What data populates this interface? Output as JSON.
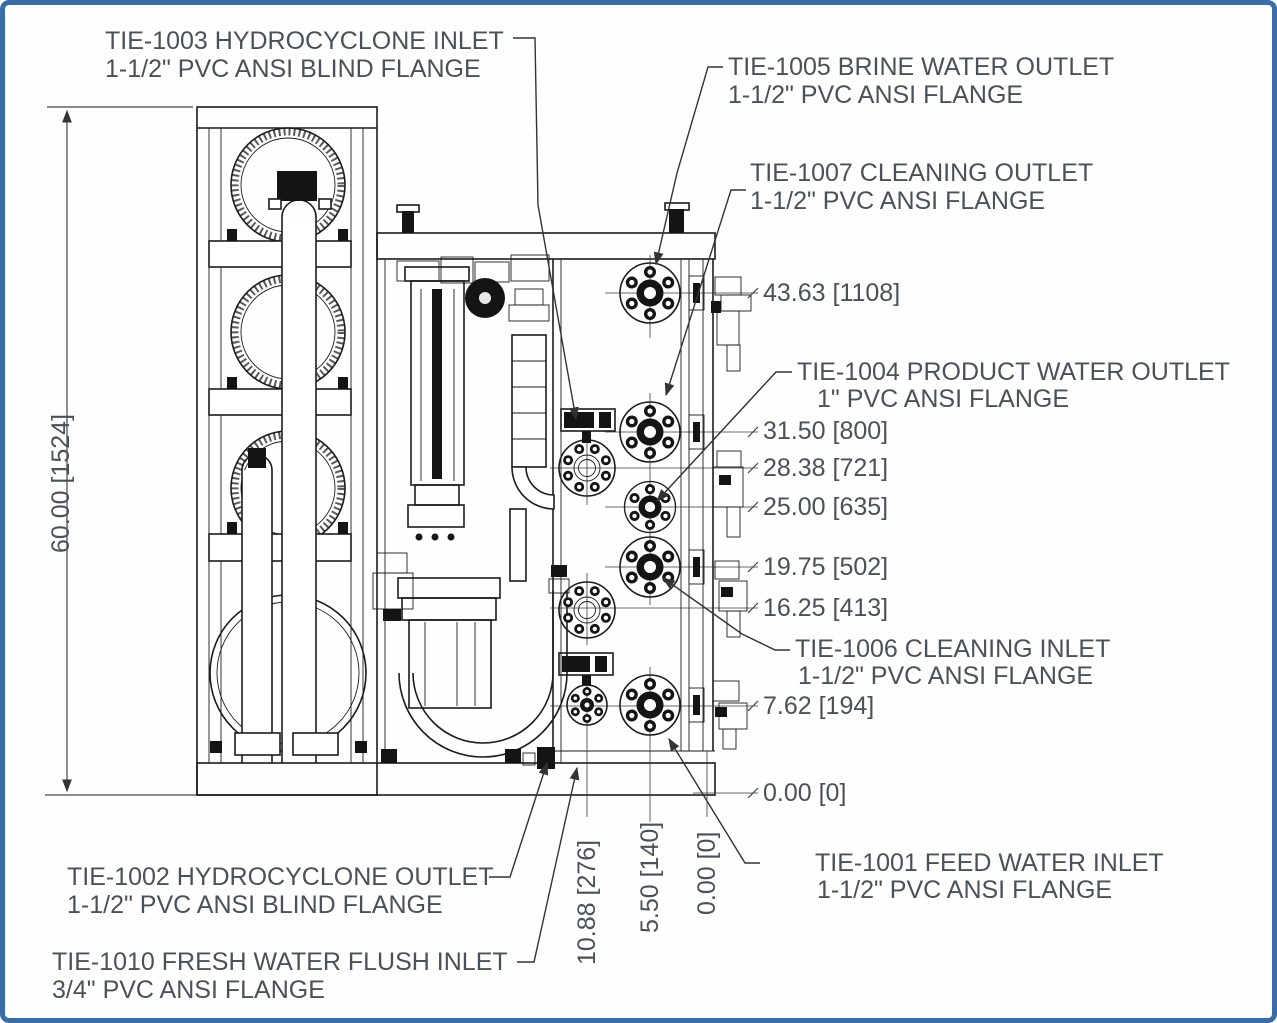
{
  "drawing": {
    "title_hint": "RO water treatment skid elevation drawing with tie-in point callouts",
    "callouts": {
      "tie1003": {
        "line1": "TIE-1003 HYDROCYCLONE INLET",
        "line2": "1-1/2\" PVC ANSI BLIND FLANGE"
      },
      "tie1005": {
        "line1": "TIE-1005 BRINE WATER OUTLET",
        "line2": "1-1/2\" PVC ANSI FLANGE"
      },
      "tie1007": {
        "line1": "TIE-1007 CLEANING OUTLET",
        "line2": "1-1/2\" PVC ANSI FLANGE"
      },
      "tie1004": {
        "line1": "TIE-1004 PRODUCT WATER OUTLET",
        "line2": "1\" PVC ANSI FLANGE"
      },
      "tie1006": {
        "line1": "TIE-1006 CLEANING INLET",
        "line2": "1-1/2\" PVC ANSI FLANGE"
      },
      "tie1001": {
        "line1": "TIE-1001 FEED WATER INLET",
        "line2": "1-1/2\" PVC ANSI FLANGE"
      },
      "tie1002": {
        "line1": "TIE-1002 HYDROCYCLONE OUTLET",
        "line2": "1-1/2\" PVC ANSI BLIND FLANGE"
      },
      "tie1010": {
        "line1": "TIE-1010 FRESH WATER FLUSH INLET",
        "line2": "3/4\" PVC ANSI FLANGE"
      }
    },
    "dimensions": {
      "overall_height": "60.00 [1524]",
      "right": [
        "43.63 [1108]",
        "31.50 [800]",
        "28.38 [721]",
        "25.00 [635]",
        "19.75 [502]",
        "16.25 [413]",
        "7.62 [194]",
        "0.00 [0]"
      ],
      "bottom": [
        "10.88 [276]",
        "5.50 [140]",
        "0.00 [0]"
      ]
    },
    "colors": {
      "border": "#3a6da8",
      "line": "#1c1c1c",
      "text": "#4b5158",
      "background": "#fefefe"
    }
  }
}
